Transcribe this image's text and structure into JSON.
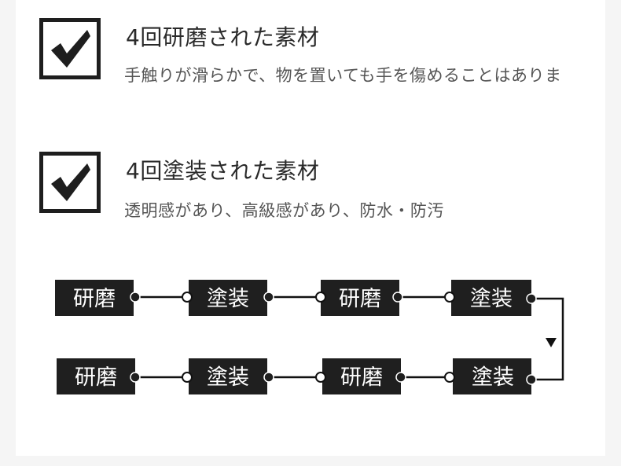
{
  "features": [
    {
      "title": "4回研磨された素材",
      "description": "手触りが滑らかで、物を置いても手を傷めることはありま",
      "icon": "checkmark-icon"
    },
    {
      "title": "4回塗装された素材",
      "description": "透明感があり、高級感があり、防水・防汚",
      "icon": "checkmark-icon"
    }
  ],
  "process": {
    "row1": [
      "研磨",
      "塗装",
      "研磨",
      "塗装"
    ],
    "row2": [
      "研磨",
      "塗装",
      "研磨",
      "塗装"
    ],
    "flow_direction": "row1 left-to-right, then down, row2 right-to-left",
    "box_color": "#1f1f1f",
    "text_color": "#ffffff",
    "arrow_icon": "triangle-down-icon"
  }
}
